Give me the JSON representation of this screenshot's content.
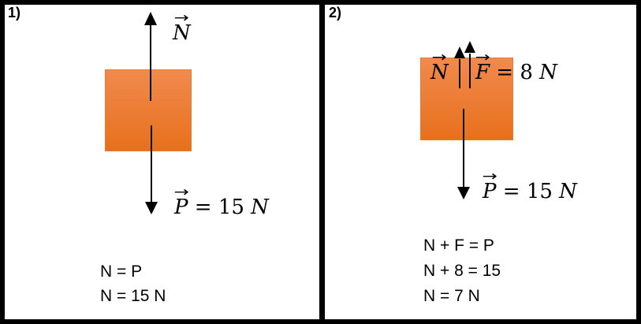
{
  "colors": {
    "accent_top": "#F08A4E",
    "accent_bottom": "#E8701C",
    "ink": "#000000"
  },
  "panel1": {
    "label": "1)",
    "normal_force": {
      "letter": "N",
      "eq": "",
      "unit": ""
    },
    "weight": {
      "letter": "P",
      "eq": " = 15 ",
      "unit": "N"
    },
    "equations": [
      "N = P",
      "N = 15 N"
    ]
  },
  "panel2": {
    "label": "2)",
    "normal_force": {
      "letter": "N",
      "eq": "",
      "unit": ""
    },
    "applied_force": {
      "letter": "F",
      "eq": " = 8 ",
      "unit": "N"
    },
    "weight": {
      "letter": "P",
      "eq": " = 15 ",
      "unit": "N"
    },
    "equations": [
      "N + F = P",
      "N + 8 = 15",
      "N = 7 N"
    ]
  }
}
